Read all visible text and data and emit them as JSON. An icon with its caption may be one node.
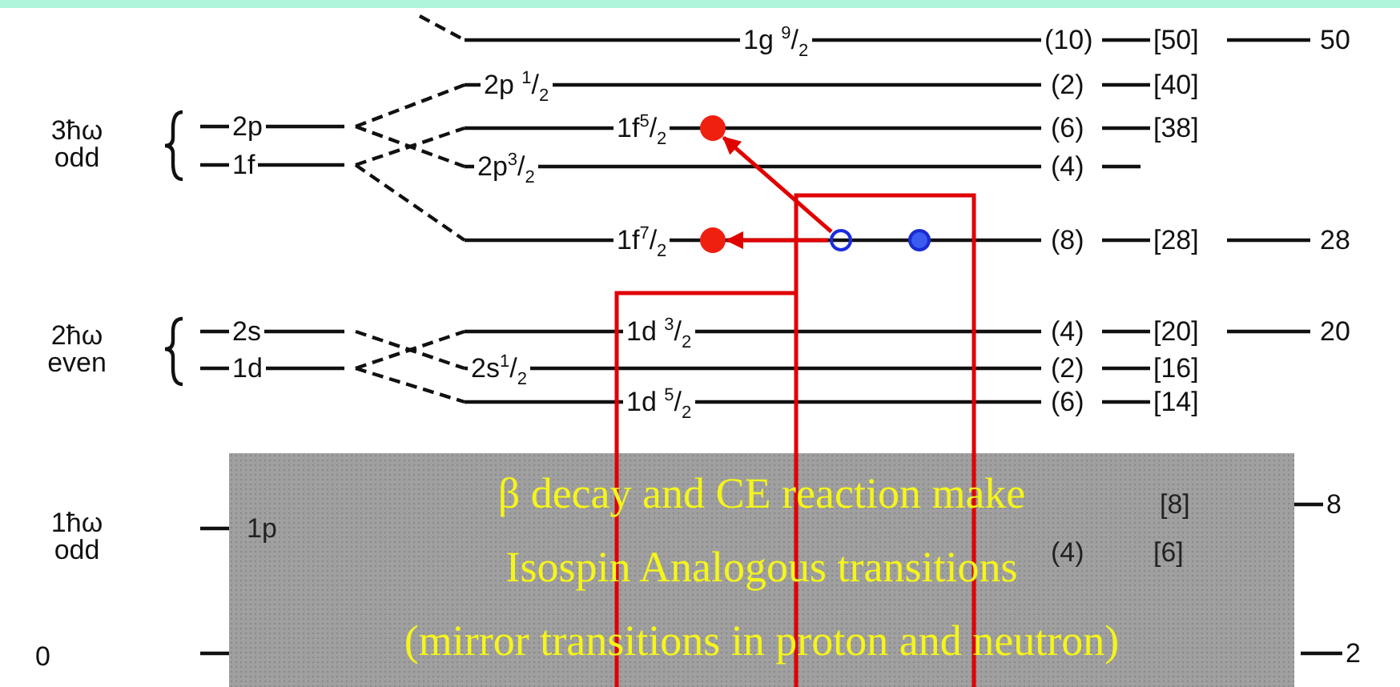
{
  "diagram": {
    "nodes": [
      {
        "text": [
          "β decay and CE reaction make",
          "Isospin Analogous transitions",
          "(mirror transitions in proton and neutron)"
        ]
      },
      {
        "text": [],
        "shape": "circle"
      },
      {
        "text": [],
        "shape": "circle"
      },
      {
        "text": [],
        "shape": "circle"
      },
      {
        "text": [],
        "shape": "circle"
      }
    ],
    "edges": [
      {
        "from": 3,
        "to": 1,
        "arrow": "to"
      },
      {
        "from": 3,
        "to": 2,
        "arrow": "to"
      }
    ],
    "labels": [
      "1g $^{9}$/$_{2}$",
      "(10)",
      "[50]",
      "50",
      "2p $^{1}$/$_{2}$",
      "(2)",
      "[40]",
      "3ħω odd",
      "2p",
      "1f$^{5}$/$_{2}$",
      "(6)",
      "[38]",
      "1f",
      "2p$^{3}$/$_{2}$",
      "(4)",
      "1f$^{7}$/$_{2}$",
      "(8)",
      "[28]",
      "28",
      "2ħω even",
      "2s",
      "1d $^{3}$/$_{2}$",
      "(4)",
      "[20]",
      "20",
      "1d",
      "2s$^{1}$/$_{2}$",
      "(2)",
      "[16]",
      "1d $^{5}$/$_{2}$",
      "(6)",
      "[14]",
      "1ħω odd",
      "1p",
      "[8]",
      "8",
      "(4)",
      "[6]",
      "0",
      "2"
    ]
  }
}
